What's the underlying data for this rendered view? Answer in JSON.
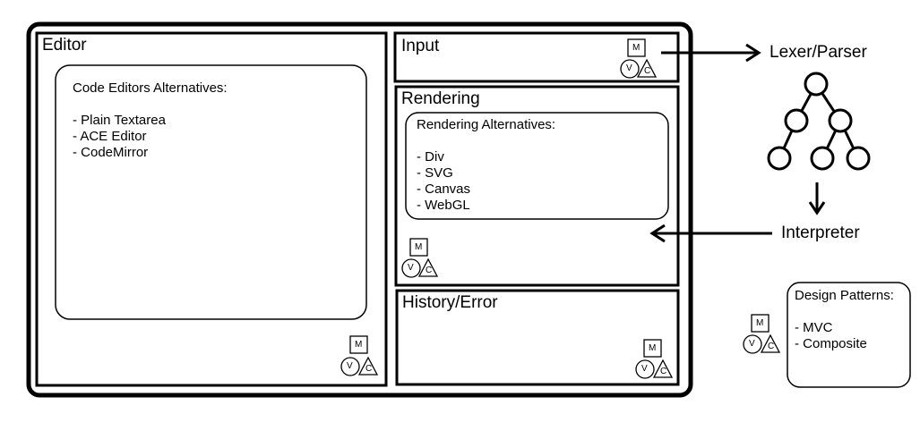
{
  "panels": {
    "editor": {
      "title": "Editor",
      "note": {
        "heading": "Code Editors Alternatives:",
        "items": [
          "- Plain Textarea",
          "- ACE Editor",
          "- CodeMirror"
        ]
      }
    },
    "input": {
      "title": "Input"
    },
    "rendering": {
      "title": "Rendering",
      "note": {
        "heading": "Rendering Alternatives:",
        "items": [
          "- Div",
          "- SVG",
          "- Canvas",
          "- WebGL"
        ]
      }
    },
    "history": {
      "title": "History/Error"
    }
  },
  "external": {
    "lexer_parser": "Lexer/Parser",
    "interpreter": "Interpreter"
  },
  "design_patterns": {
    "heading": "Design Patterns:",
    "items": [
      "- MVC",
      "- Composite"
    ]
  },
  "mvc_icon": {
    "m": "M",
    "v": "V",
    "c": "C"
  }
}
